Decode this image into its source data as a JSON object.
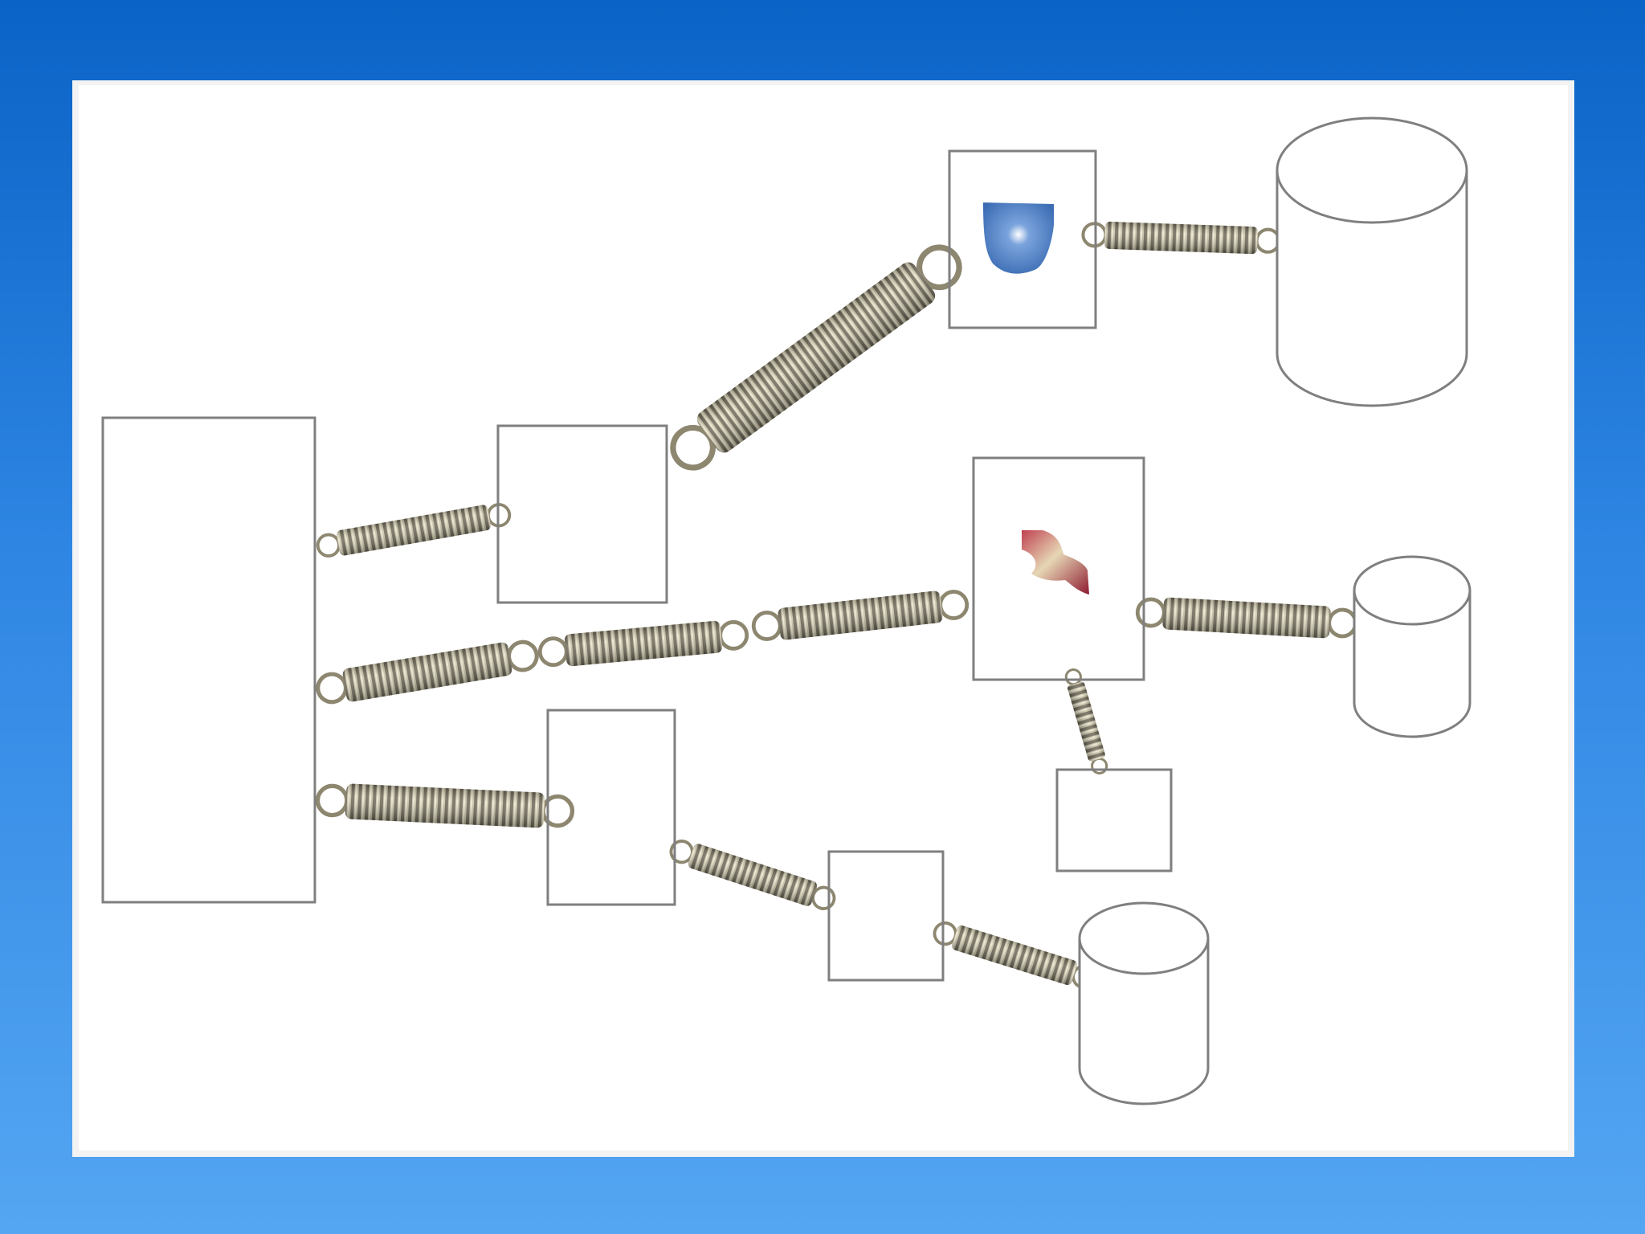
{
  "colors": {
    "background_top": "#0a63c6",
    "background_bottom": "#54a6f2",
    "card": "#ffffff",
    "outline": "#7f7f7f",
    "spring_metal": "#a39a80",
    "blob_blue": "#4d7fc4",
    "blob_red": "#a52238"
  },
  "diagram": {
    "description_nodes": [
      {
        "id": "main",
        "shape": "rectangle",
        "content": "empty"
      },
      {
        "id": "box-a",
        "shape": "rectangle",
        "content": "empty"
      },
      {
        "id": "box-b",
        "shape": "rectangle",
        "content": "empty"
      },
      {
        "id": "box-c",
        "shape": "rectangle",
        "content": "blue-blob-image"
      },
      {
        "id": "box-d",
        "shape": "rectangle",
        "content": "red-blob-image"
      },
      {
        "id": "box-e",
        "shape": "rectangle",
        "content": "empty"
      },
      {
        "id": "box-f",
        "shape": "rectangle",
        "content": "empty"
      },
      {
        "id": "db-1",
        "shape": "cylinder",
        "content": "empty"
      },
      {
        "id": "db-2",
        "shape": "cylinder",
        "content": "empty"
      },
      {
        "id": "db-3",
        "shape": "cylinder",
        "content": "empty"
      }
    ],
    "connector_type": "coil-spring",
    "springs": [
      {
        "from": "main",
        "to": "box-a"
      },
      {
        "from": "box-a",
        "to": "box-c"
      },
      {
        "from": "box-c",
        "to": "db-1"
      },
      {
        "from": "main",
        "to": "box-d",
        "segments": 3
      },
      {
        "from": "box-d",
        "to": "db-2"
      },
      {
        "from": "box-d",
        "to": "box-f"
      },
      {
        "from": "main",
        "to": "box-b"
      },
      {
        "from": "box-b",
        "to": "box-e"
      },
      {
        "from": "box-e",
        "to": "db-3"
      }
    ]
  }
}
